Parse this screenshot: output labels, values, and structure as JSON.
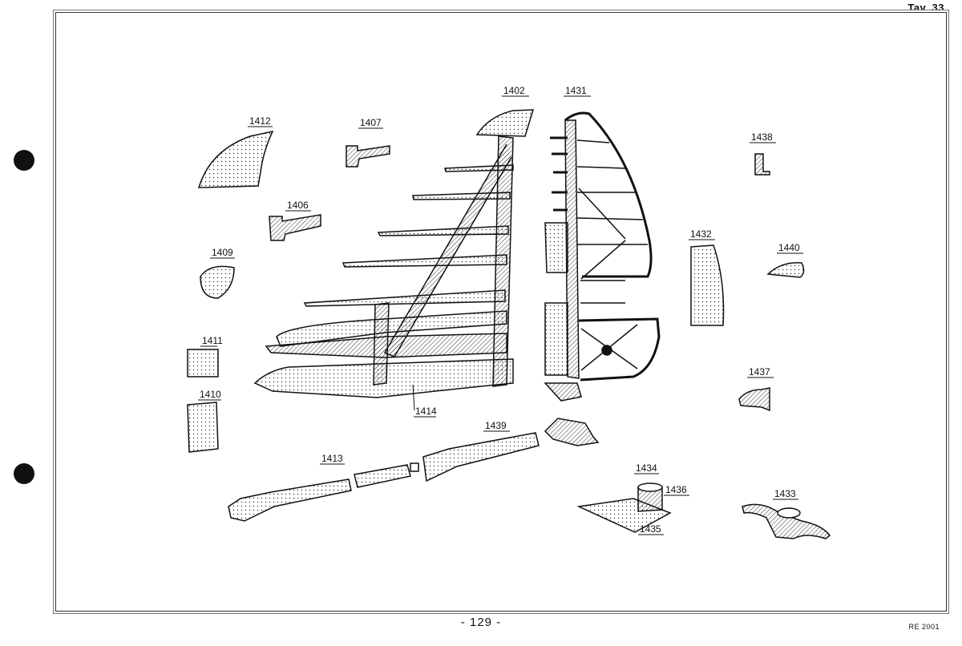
{
  "plate_label": "Tav. 33",
  "page_number": "- 129 -",
  "doc_code": "RE 2001",
  "callouts": {
    "p1402": "1402",
    "p1431": "1431",
    "p1412": "1412",
    "p1407": "1407",
    "p1438": "1438",
    "p1406": "1406",
    "p1432": "1432",
    "p1440": "1440",
    "p1409": "1409",
    "p1411": "1411",
    "p1437": "1437",
    "p1410": "1410",
    "p1414": "1414",
    "p1439": "1439",
    "p1413": "1413",
    "p1434": "1434",
    "p1436": "1436",
    "p1433": "1433",
    "p1435": "1435"
  }
}
